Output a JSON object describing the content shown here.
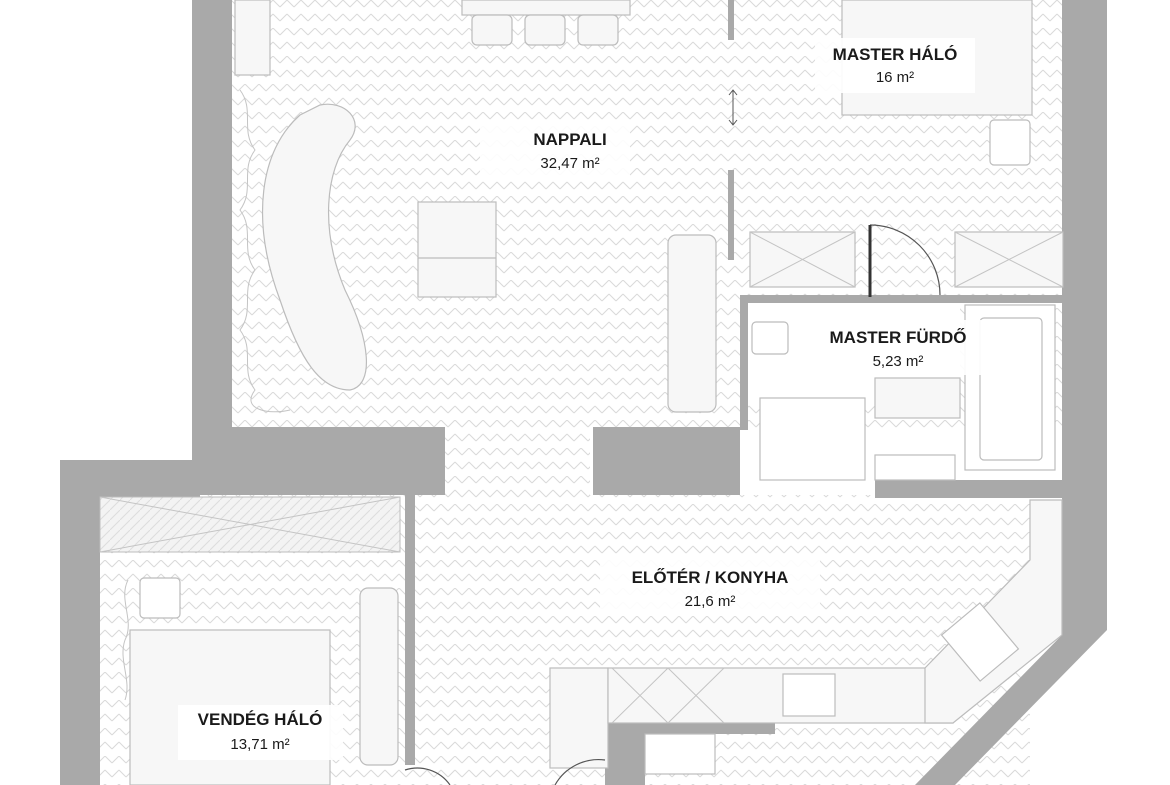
{
  "rooms": {
    "master_halo": {
      "name": "MASTER HÁLÓ",
      "area": "16 m²"
    },
    "nappali": {
      "name": "NAPPALI",
      "area": "32,47 m²"
    },
    "master_furdo": {
      "name": "MASTER FÜRDŐ",
      "area": "5,23 m²"
    },
    "eloter_konyha": {
      "name": "ELŐTÉR / KONYHA",
      "area": "21,6 m²"
    },
    "vendeg_halo": {
      "name": "VENDÉG HÁLÓ",
      "area": "13,71 m²"
    }
  },
  "colors": {
    "wall": "#a9a9a9",
    "floor_pattern": "#d6d6d6",
    "furniture_stroke": "#bcbcbc",
    "text": "#1a1a1a"
  }
}
